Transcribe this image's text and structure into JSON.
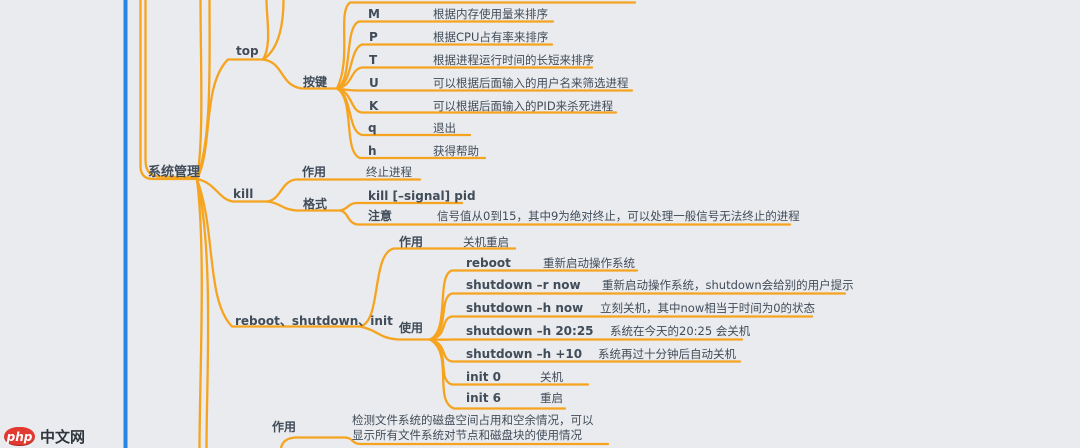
{
  "colors": {
    "background": "#e9ebee",
    "branch_orange": "#f6a41f",
    "trunk_blue": "#2584e4",
    "text": "#414c59",
    "logo_red": "#e23a30"
  },
  "map": {
    "root": {
      "label": "系统管理"
    },
    "top": {
      "label": "top",
      "keys_label": "按键",
      "keys": [
        {
          "key": "M",
          "desc": "根据内存使用量来排序"
        },
        {
          "key": "P",
          "desc": "根据CPU占有率来排序"
        },
        {
          "key": "T",
          "desc": "根据进程运行时间的长短来排序"
        },
        {
          "key": "U",
          "desc": "可以根据后面输入的用户名来筛选进程"
        },
        {
          "key": "K",
          "desc": "可以根据后面输入的PID来杀死进程"
        },
        {
          "key": "q",
          "desc": "退出"
        },
        {
          "key": "h",
          "desc": "获得帮助"
        }
      ]
    },
    "kill": {
      "label": "kill",
      "role_label": "作用",
      "role_value": "终止进程",
      "format_label": "格式",
      "format_value": "kill [–signal] pid",
      "note_label": "注意",
      "note_value": "信号值从0到15，其中9为绝对终止，可以处理一般信号无法终止的进程"
    },
    "reboot": {
      "label": "reboot、shutdown、init",
      "role_label": "作用",
      "role_value": "关机重启",
      "usage_label": "使用",
      "usages": [
        {
          "cmd": "reboot",
          "desc": "重新启动操作系统"
        },
        {
          "cmd": "shutdown –r now",
          "desc": "重新启动操作系统，shutdown会给别的用户提示"
        },
        {
          "cmd": "shutdown –h now",
          "desc": "立刻关机，其中now相当于时间为0的状态"
        },
        {
          "cmd": "shutdown –h 20:25",
          "desc": "系统在今天的20:25 会关机"
        },
        {
          "cmd": "shutdown –h +10",
          "desc": "系统再过十分钟后自动关机"
        },
        {
          "cmd": "init 0",
          "desc": "关机"
        },
        {
          "cmd": "init 6",
          "desc": "重启"
        }
      ]
    },
    "df": {
      "role_label": "作用",
      "role_value_line1": "检测文件系统的磁盘空间占用和空余情况，可以",
      "role_value_line2": "显示所有文件系统对节点和磁盘块的使用情况"
    }
  },
  "branding": {
    "logo_php": "php",
    "logo_suffix": "中文网"
  }
}
